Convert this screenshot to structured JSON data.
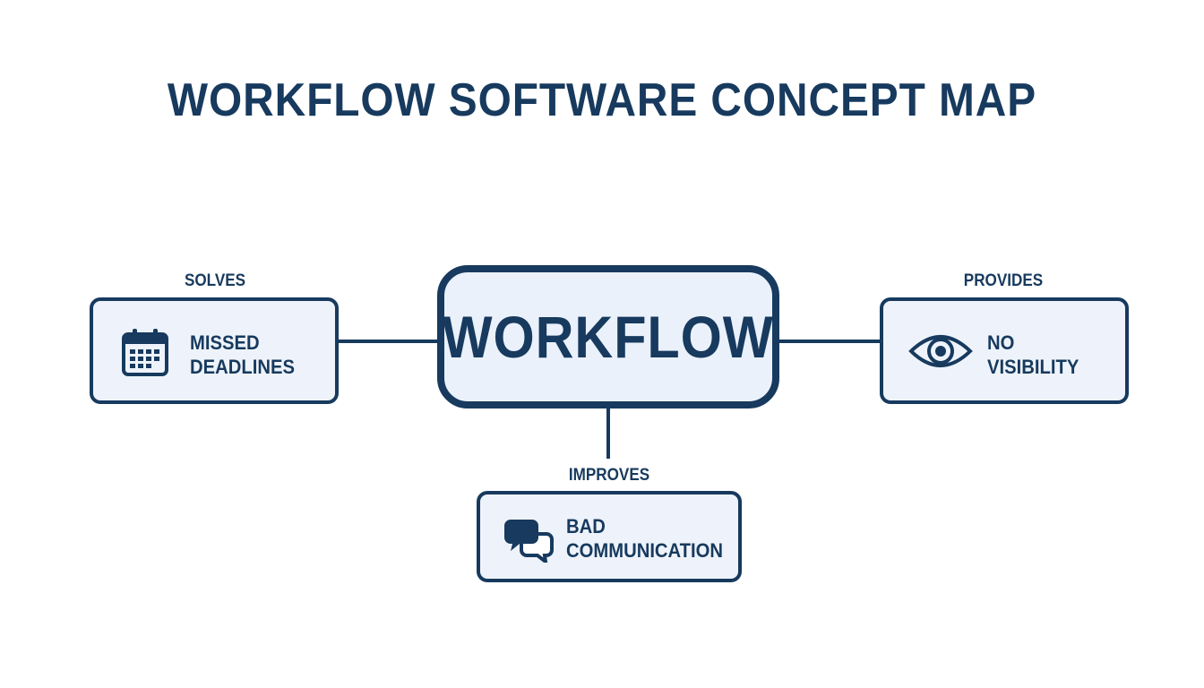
{
  "title": "WORKFLOW SOFTWARE CONCEPT MAP",
  "center": {
    "label": "WORKFLOW"
  },
  "left": {
    "edge_label": "SOLVES",
    "line1": "MISSED",
    "line2": "DEADLINES",
    "icon": "calendar-icon"
  },
  "right": {
    "edge_label": "PROVIDES",
    "line1": "NO",
    "line2": "VISIBILITY",
    "icon": "eye-icon"
  },
  "bottom": {
    "edge_label": "IMPROVES",
    "line1": "BAD",
    "line2": "COMMUNICATION",
    "icon": "chat-bubbles-icon"
  },
  "colors": {
    "primary": "#173a5e",
    "box_fill": "#eef3fb",
    "background": "#ffffff"
  }
}
